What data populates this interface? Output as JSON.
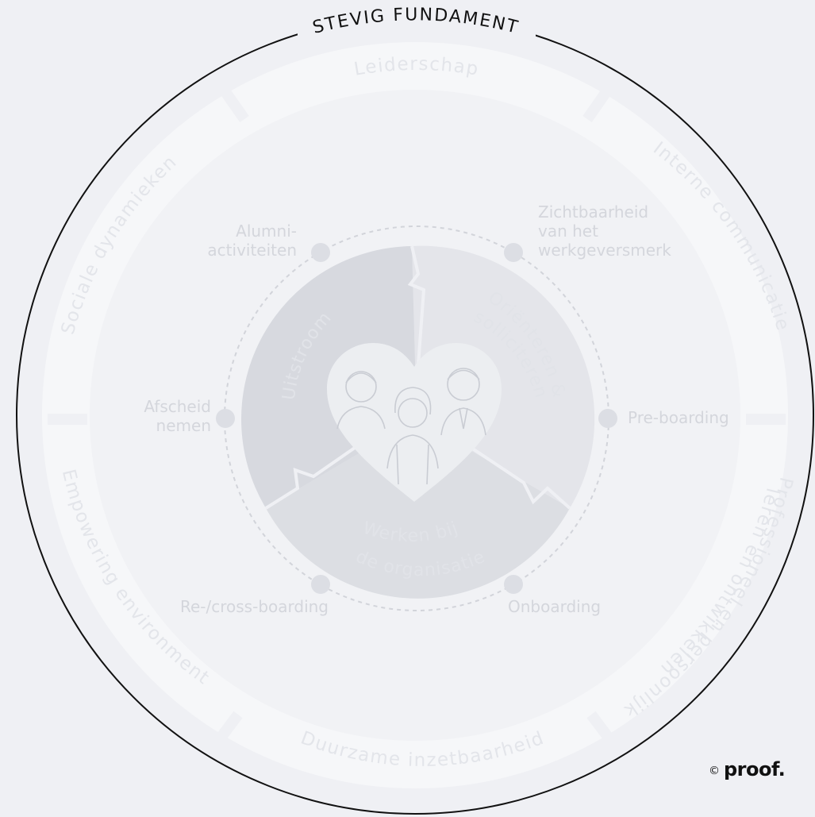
{
  "title": "STEVIG FUNDAMENT",
  "outer_ring": {
    "top": "Leiderschap",
    "top_right": "Interne communicatie",
    "right_line1": "Professioneel en persoonlijk",
    "right_line2": "leren en ontwikkelen",
    "bottom": "Duurzame inzetbaarheid",
    "left_bottom": "Empowering environment",
    "left_top": "Sociale dynamieken"
  },
  "touchpoints": {
    "alumni_line1": "Alumni-",
    "alumni_line2": "activiteiten",
    "employer_brand_line1": "Zichtbaarheid",
    "employer_brand_line2": "van het",
    "employer_brand_line3": "werkgeversmerk",
    "farewell_line1": "Afscheid",
    "farewell_line2": "nemen",
    "preboarding": "Pre-boarding",
    "reboarding": "Re-/cross-boarding",
    "onboarding": "Onboarding"
  },
  "phases": {
    "outflow": "Uitstroom",
    "orient_line1": "Oriënteren &",
    "orient_line2": "solliciteren",
    "work_line1": "Werken bij",
    "work_line2": "de organisatie"
  },
  "brand": {
    "copyright": "©",
    "name": "proof."
  }
}
